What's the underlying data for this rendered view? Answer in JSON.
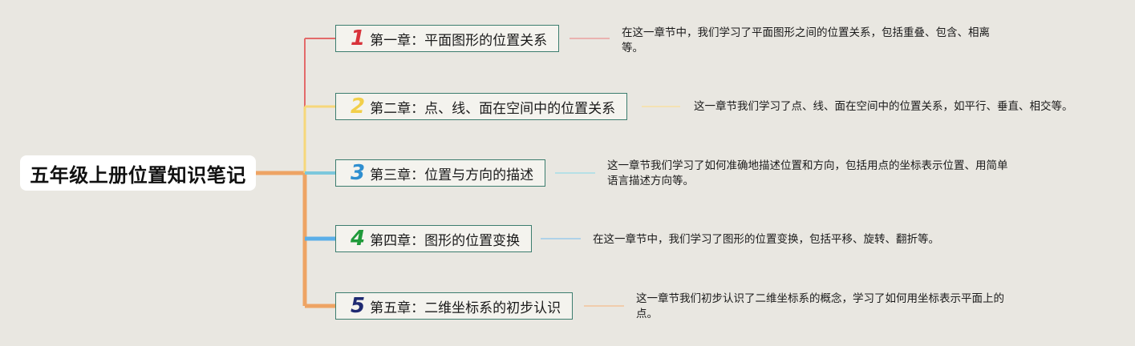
{
  "root": {
    "title": "五年级上册位置知识笔记"
  },
  "chapters": [
    {
      "num": "1",
      "label": "第一章：平面图形的位置关系",
      "desc": "在这一章节中，我们学习了平面图形之间的位置关系，包括重叠、包含、相离等。",
      "color": "#d8333b",
      "branch_color": "#e36a6a"
    },
    {
      "num": "2",
      "label": "第二章：点、线、面在空间中的位置关系",
      "desc": "这一章节我们学习了点、线、面在空间中的位置关系，如平行、垂直、相交等。",
      "color": "#f2cf4a",
      "branch_color": "#f6d77a"
    },
    {
      "num": "3",
      "label": "第三章：位置与方向的描述",
      "desc": "这一章节我们学习了如何准确地描述位置和方向，包括用点的坐标表示位置、用简单语言描述方向等。",
      "color": "#2f8fd0",
      "branch_color": "#7cc8dc"
    },
    {
      "num": "4",
      "label": "第四章：图形的位置变换",
      "desc": "在这一章节中，我们学习了图形的位置变换，包括平移、旋转、翻折等。",
      "color": "#1f9a3a",
      "branch_color": "#5aaee8"
    },
    {
      "num": "5",
      "label": "第五章：二维坐标系的初步认识",
      "desc": "这一章节我们初步认识了二维坐标系的概念，学习了如何用坐标表示平面上的点。",
      "color": "#1f2a72",
      "branch_color": "#eea464"
    }
  ]
}
